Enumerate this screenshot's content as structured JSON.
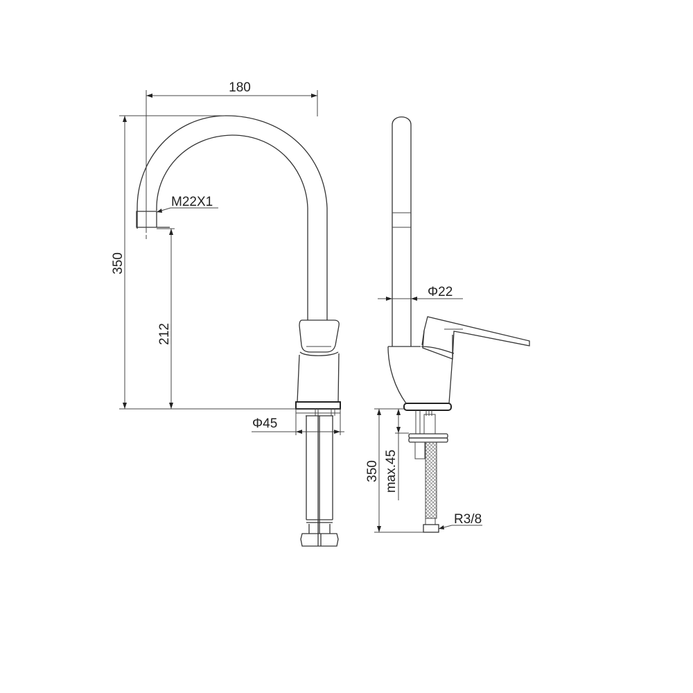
{
  "drawing": {
    "subject": "Single-lever kitchen faucet with swivel spout",
    "views": [
      "front",
      "side"
    ]
  },
  "front_view": {
    "dimensions": {
      "spout_reach": "180",
      "total_height": "350",
      "spout_outlet_height": "212",
      "base_diameter": "Φ45",
      "outlet_thread": "M22X1"
    }
  },
  "side_view": {
    "dimensions": {
      "spout_diameter": "Φ22",
      "hose_length": "350",
      "max_deck_thickness": "max.45",
      "hose_thread": "R3/8"
    }
  },
  "colors": {
    "line": "#333333",
    "background": "#ffffff"
  }
}
